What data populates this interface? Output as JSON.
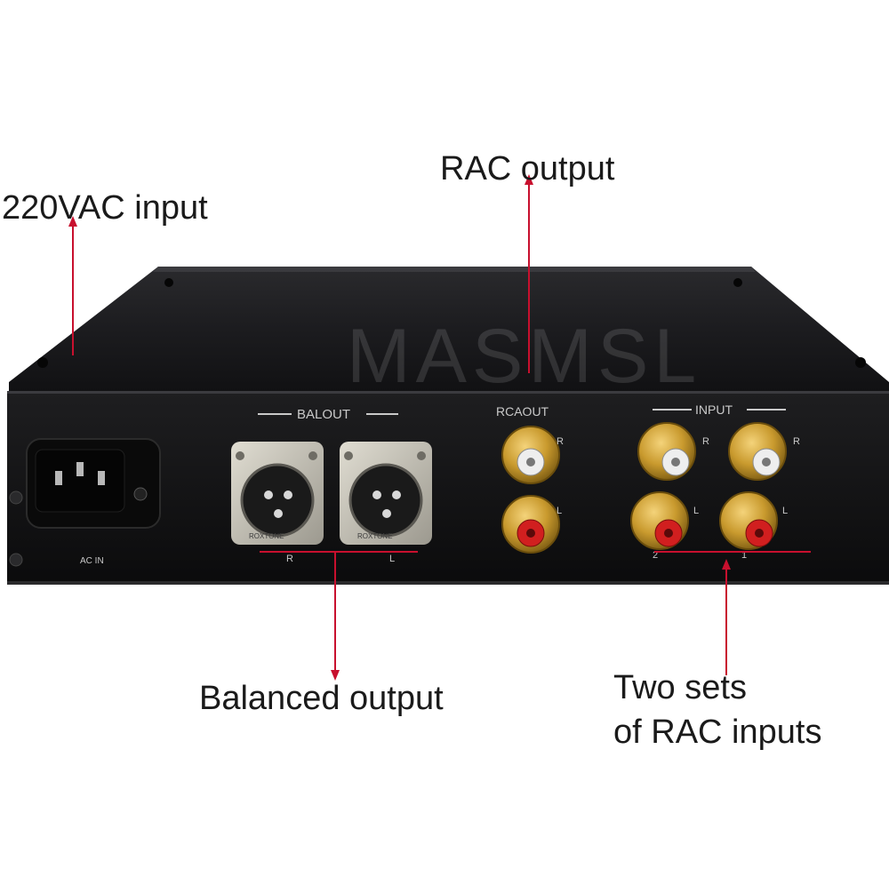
{
  "callouts": {
    "power_input": "220VAC input",
    "rca_output": "RAC output",
    "balanced_output": "Balanced output",
    "rca_inputs_line1": "Two sets",
    "rca_inputs_line2": "of RAC inputs"
  },
  "panel": {
    "balout_label": "BALOUT",
    "rcaout_label": "RCAOUT",
    "input_label": "INPUT",
    "ac_in_label": "AC IN",
    "xlr_r_label": "R",
    "xlr_l_label": "L",
    "xlr_brand": "ROXTONE",
    "rca_right_label": "R",
    "rca_left_label": "L",
    "input_set_2": "2",
    "input_set_1": "1"
  },
  "watermark": "MASMSL",
  "colors": {
    "arrow": "#c8102e",
    "chassis": "#141416",
    "gold": "#c99a2e",
    "rca_red": "#d11f1f",
    "rca_white": "#eeeeee"
  }
}
